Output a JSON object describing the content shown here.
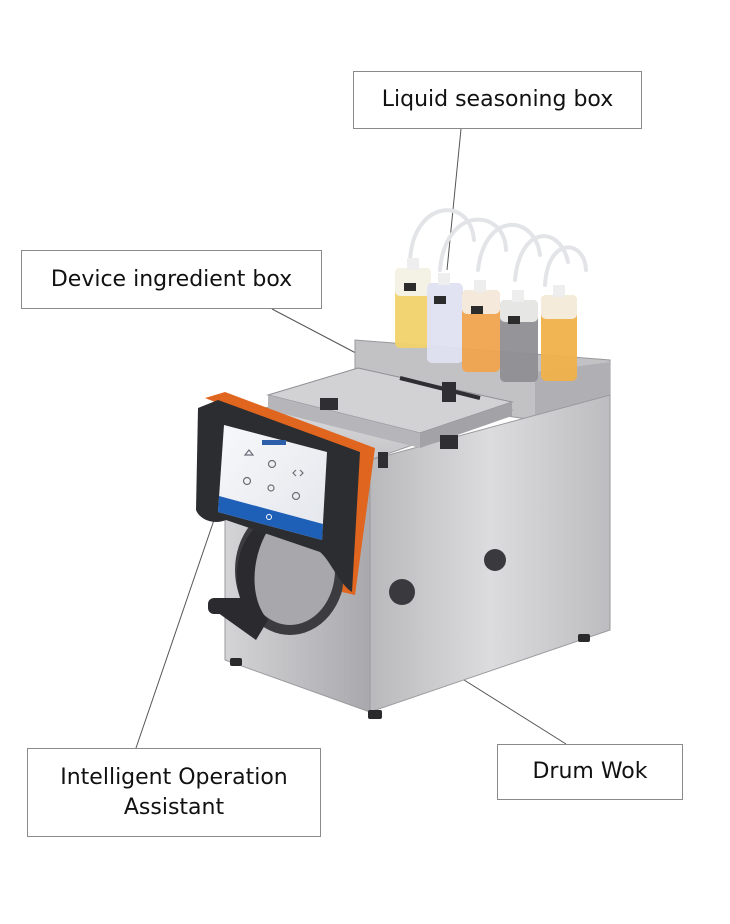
{
  "callouts": {
    "liquid_seasoning_box": "Liquid seasoning box",
    "device_ingredient_box": "Device ingredient box",
    "intelligent_operation_assistant": "Intelligent Operation\nAssistant",
    "drum_wok": "Drum Wok"
  },
  "colors": {
    "steel": "#c9c9cb",
    "steel_dark": "#9e9ea2",
    "accent_orange": "#e0651e",
    "screen_blue": "#1e5fb8",
    "bezel": "#2b2d31",
    "leader_line": "#555555"
  }
}
